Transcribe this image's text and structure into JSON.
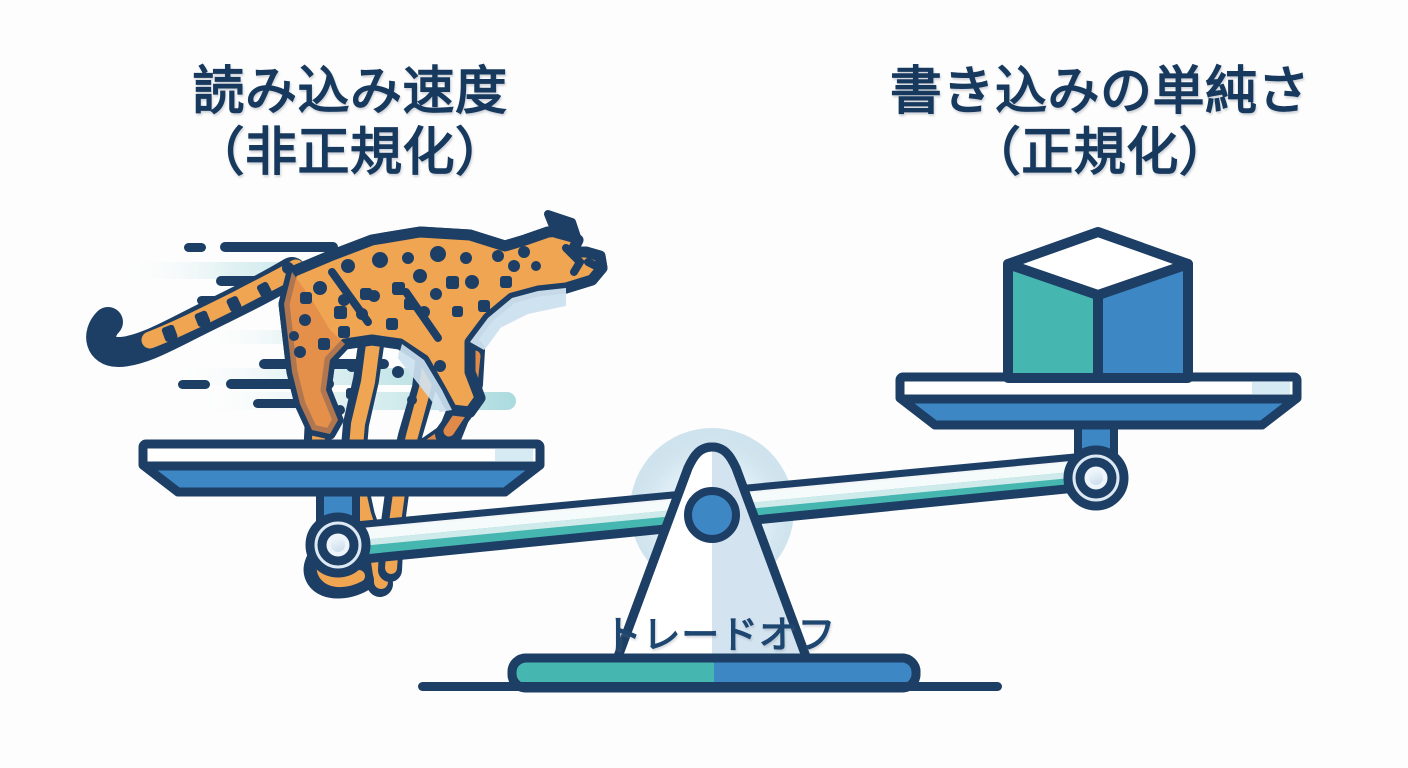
{
  "illustration": {
    "title_left": {
      "line1": "読み込み速度",
      "line2": "（非正規化）"
    },
    "title_right": {
      "line1": "書き込みの単純さ",
      "line2": "（正規化）"
    },
    "fulcrum_label": "トレードオフ",
    "icons": {
      "left_pan_item": "cheetah-icon",
      "right_pan_item": "cube-icon",
      "fulcrum": "triangle-fulcrum-icon",
      "speed_lines": "speed-lines-icon"
    },
    "colors": {
      "navy": "#17395e",
      "navy_dark": "#143252",
      "blue": "#3d87c4",
      "blue_deep": "#2f6fa8",
      "teal": "#45b6b0",
      "teal_dark": "#34a39d",
      "orange": "#f0a552",
      "orange_dark": "#e08a4a",
      "pale_blue": "#cfe2ef",
      "pale_blue_light": "#e4f0f7",
      "white": "#ffffff",
      "background": "#fdfdfd"
    },
    "balance_state": {
      "tilt_degrees": -5.5,
      "heavier_side": "right",
      "left_pan_label": "読み込み速度（非正規化）",
      "right_pan_label": "書き込みの単純さ（正規化）"
    }
  }
}
